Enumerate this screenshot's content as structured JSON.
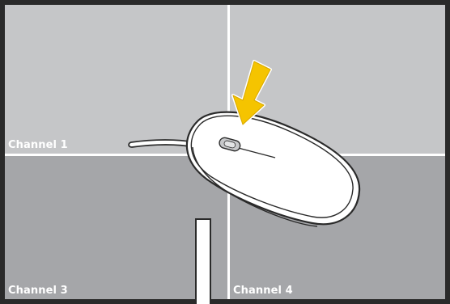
{
  "screen": {
    "channels": [
      {
        "id": "1",
        "label": "Channel 1"
      },
      {
        "id": "2",
        "label": ""
      },
      {
        "id": "3",
        "label": "Channel 3"
      },
      {
        "id": "4",
        "label": "Channel 4"
      }
    ]
  },
  "pointer": {
    "icon": "arrow-down-icon",
    "color": "#f5c400"
  },
  "device": {
    "icon": "mouse-icon",
    "cable_icon": "cable-icon"
  },
  "colors": {
    "frame": "#2a2a2a",
    "pane_top": "#c5c6c8",
    "pane_bottom": "#a5a6a9",
    "divider": "#ffffff",
    "arrow": "#f5c400"
  }
}
